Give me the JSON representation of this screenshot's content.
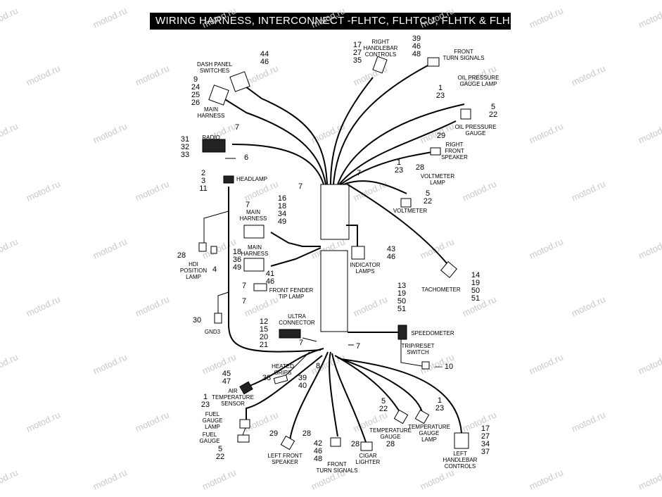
{
  "title": "WIRING HARNESS,  INTERCONNECT -FLHTC, FLHTCU, FLHTK & FLHX",
  "watermark": "motod.ru",
  "labels": {
    "dash_panel_switches": [
      "DASH PANEL",
      "SWITCHES"
    ],
    "main_harness_top": [
      "MAIN",
      "HARNESS"
    ],
    "radio": "RADIO",
    "headlamp": "HEADLAMP",
    "main_harness_mid": [
      "MAIN",
      "HARNESS"
    ],
    "main_harness_low": [
      "MAIN",
      "HARNESS"
    ],
    "hdi_position_lamp": [
      "HDI",
      "POSITION",
      "LAMP"
    ],
    "front_fender_tip_lamp": [
      "FRONT FENDER",
      "TIP LAMP"
    ],
    "gnd3": "GND3",
    "ultra_connector": [
      "ULTRA",
      "CONNECTOR"
    ],
    "right_handlebar_controls": [
      "RIGHT",
      "HANDLEBAR",
      "CONTROLS"
    ],
    "front_turn_signals_top": [
      "FRONT",
      "TURN SIGNALS"
    ],
    "oil_pressure_gauge_lamp": [
      "OIL PRESSURE",
      "GAUGE LAMP"
    ],
    "oil_pressure_gauge": [
      "OIL PRESSURE",
      "GAUGE"
    ],
    "right_front_speaker": [
      "RIGHT",
      "FRONT",
      "SPEAKER"
    ],
    "voltmeter_lamp": [
      "VOLTMETER",
      "LAMP"
    ],
    "voltmeter": "VOLTMETER",
    "indicator_lamps": [
      "INDICATOR",
      "LAMPS"
    ],
    "tachometer": "TACHOMETER",
    "speedometer": "SPEEDOMETER",
    "trip_reset_switch": [
      "TRIP/RESET",
      "SWITCH"
    ],
    "heated_grips": [
      "HEATED",
      "GRIPS"
    ],
    "air_temperature_sensor": [
      "AIR",
      "TEMPERATURE",
      "SENSOR"
    ],
    "fuel_gauge_lamp": [
      "FUEL",
      "GAUGE",
      "LAMP"
    ],
    "fuel_gauge": [
      "FUEL",
      "GAUGE"
    ],
    "left_front_speaker": [
      "LEFT FRONT",
      "SPEAKER"
    ],
    "front_turn_signals_bottom": [
      "FRONT",
      "TURN SIGNALS"
    ],
    "cigar_lighter": [
      "CIGAR",
      "LIGHTER"
    ],
    "temperature_gauge": [
      "TEMPERATURE",
      "GAUGE"
    ],
    "temperature_gauge_lamp": [
      "TEMPERATURE",
      "GAUGE",
      "LAMP"
    ],
    "left_handlebar_controls": [
      "LEFT",
      "HANDLEBAR",
      "CONTROLS"
    ]
  },
  "callouts": {
    "dash_panel": [
      "44",
      "46"
    ],
    "main_harness_top": [
      "9",
      "24",
      "25",
      "26"
    ],
    "radio": [
      "31",
      "32",
      "33"
    ],
    "radio_clamp": "7",
    "radio_screw": "6",
    "headlamp": [
      "2",
      "3",
      "11"
    ],
    "harness_clip_left": "7",
    "clip_near_headlamp": "7",
    "main_harness_mid": [
      "16",
      "18",
      "34",
      "49"
    ],
    "main_harness_low": [
      "18",
      "36",
      "49"
    ],
    "hdi": [
      "28",
      "4"
    ],
    "fender_tip": [
      "41",
      "46"
    ],
    "fender_clips": [
      "7",
      "7"
    ],
    "gnd3": "30",
    "ultra": [
      "12",
      "15",
      "20",
      "21"
    ],
    "ultra_clip": "7",
    "right_handlebar": [
      "17",
      "27",
      "35"
    ],
    "front_turn_top": [
      "39",
      "46",
      "48"
    ],
    "oil_lamp": [
      "1",
      "23"
    ],
    "oil_gauge": [
      "5",
      "22"
    ],
    "right_speaker": [
      "29",
      "28"
    ],
    "bundle_clip_right": "7",
    "volt_lamp": [
      "1",
      "23"
    ],
    "voltmeter": [
      "5",
      "22"
    ],
    "indicator": [
      "43",
      "46"
    ],
    "tachometer": [
      "14",
      "19",
      "50",
      "51"
    ],
    "speedometer": [
      "13",
      "19",
      "50",
      "51"
    ],
    "trip_reset": "10",
    "bottom_clip": "7",
    "cable_strap": "8",
    "heated_grips": [
      "38",
      "39",
      "40"
    ],
    "air_temp": [
      "45",
      "47"
    ],
    "fuel_lamp": [
      "1",
      "23"
    ],
    "fuel_gauge": [
      "5",
      "22"
    ],
    "left_speaker": [
      "29",
      "28"
    ],
    "front_turn_bottom": [
      "42",
      "46",
      "48"
    ],
    "cigar": "28",
    "temp_gauge": [
      "5",
      "22"
    ],
    "temp_lamp": [
      "1",
      "23"
    ],
    "left_handlebar": [
      "17",
      "27",
      "34",
      "37"
    ]
  },
  "colors": {
    "title_bg": "#000000",
    "title_fg": "#ffffff",
    "line": "#000000",
    "watermark": "#c8c8c8"
  }
}
